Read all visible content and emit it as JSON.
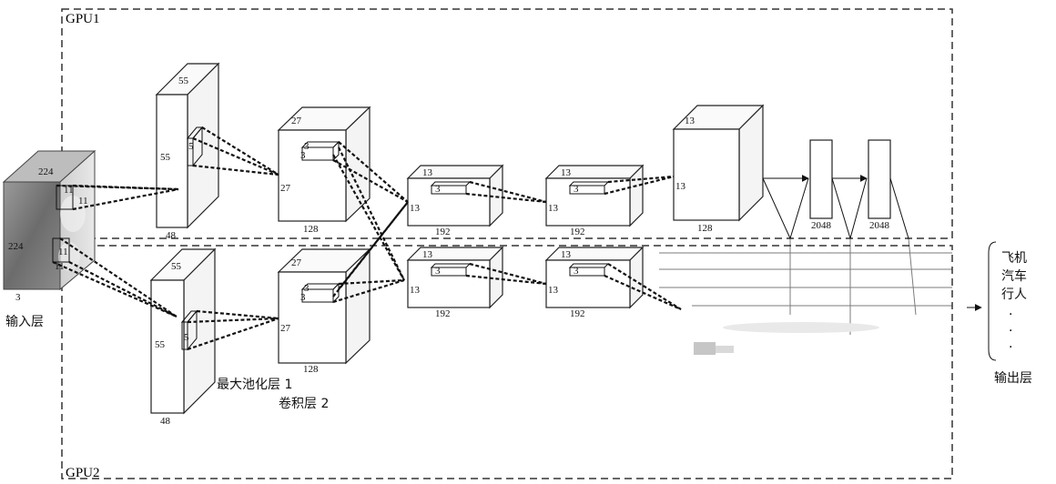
{
  "gpu": {
    "top": "GPU1",
    "bottom": "GPU2"
  },
  "input": {
    "label": "输入层",
    "width": "224",
    "height": "224",
    "depth": "3",
    "kernel_h": "11",
    "kernel_w": "11"
  },
  "conv1": {
    "width": "55",
    "height": "55",
    "depth": "48",
    "kernel": "5"
  },
  "conv2": {
    "width": "27",
    "height": "27",
    "depth": "128",
    "kernel": "3"
  },
  "conv3": {
    "width": "13",
    "height": "13",
    "depth": "192",
    "kernel": "3"
  },
  "conv4": {
    "width": "13",
    "height": "13",
    "depth": "192",
    "kernel": "3"
  },
  "conv5": {
    "width": "13",
    "height": "13",
    "depth": "128"
  },
  "fc6": {
    "units": "2048"
  },
  "fc7": {
    "units": "2048"
  },
  "labels": {
    "pool1": "最大池化层 1",
    "conv2": "卷积层 2"
  },
  "output": {
    "label": "输出层",
    "classes": [
      "飞机",
      "汽车",
      "行人"
    ],
    "ellipsis": "·"
  }
}
